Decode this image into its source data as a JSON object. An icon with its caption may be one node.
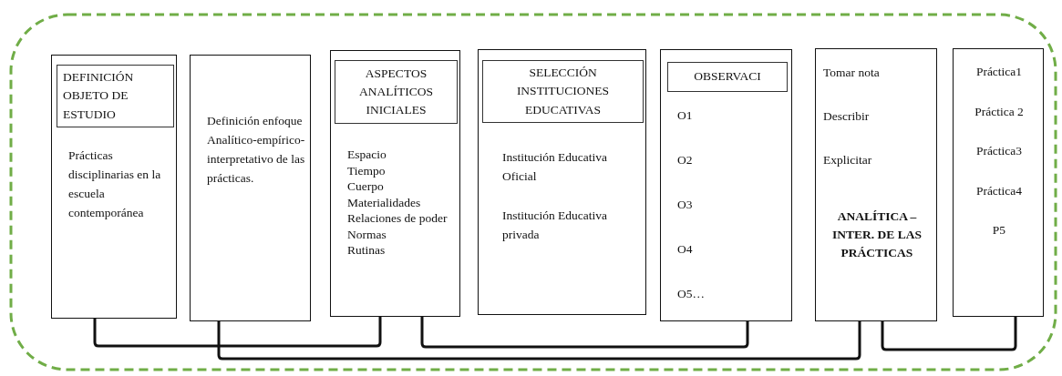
{
  "diagram": {
    "nodes": [
      {
        "text": [],
        "shape": "box"
      },
      {
        "text": [
          "Prácticas disciplinarias en la escuela contemporánea"
        ],
        "in": 0
      },
      {
        "text": [
          "DEFINICIÓN OBJETO DE ESTUDIO"
        ],
        "in": 1
      },
      {
        "text": [
          "Definición enfoque Analítico-empírico-interpretativo de las prácticas."
        ],
        "in": 0
      },
      {
        "text": [
          "Espacio",
          "Tiempo",
          "Cuerpo",
          "Materialidades",
          "Relaciones de poder",
          "Normas",
          "Rutinas"
        ],
        "in": 0
      },
      {
        "text": [
          "ASPECTOS ANALÍTICOS INICIALES"
        ],
        "in": 4
      },
      {
        "text": [
          "Institución Educativa Oficial",
          "Institución Educativa privada"
        ],
        "in": 0
      },
      {
        "text": [
          "SELECCIÓN INSTITUCIONES EDUCATIVAS"
        ],
        "in": 6
      },
      {
        "text": [
          "O1",
          "O2",
          "O3",
          "O4",
          "O5…"
        ],
        "in": 0
      },
      {
        "text": [
          "OBSERVACI"
        ],
        "in": 8
      },
      {
        "text": [
          "Tomar nota",
          "Describir",
          "Explicitar",
          "ANALÍTICA – INTER. DE LAS PRÁCTICAS"
        ],
        "in": 0
      },
      {
        "text": [
          "Práctica1",
          "Práctica 2",
          "Práctica3",
          "Práctica4",
          "P5"
        ],
        "in": 0
      }
    ],
    "edges": [
      {
        "from": 1,
        "to": 4,
        "arrow": "none"
      },
      {
        "from": 3,
        "to": 10,
        "arrow": "none"
      },
      {
        "from": 4,
        "to": 8,
        "arrow": "none"
      },
      {
        "from": 10,
        "to": 11,
        "arrow": "none"
      }
    ]
  }
}
